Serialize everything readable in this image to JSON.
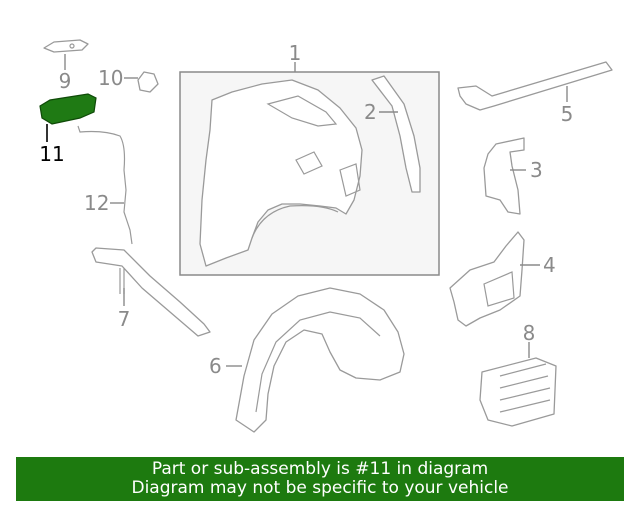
{
  "callouts": {
    "c1": "1",
    "c2": "2",
    "c3": "3",
    "c4": "4",
    "c5": "5",
    "c6": "6",
    "c7": "7",
    "c8": "8",
    "c9": "9",
    "c10": "10",
    "c11": "11",
    "c12": "12"
  },
  "highlighted_part": "11",
  "colors": {
    "highlight_part": "#1f7a14",
    "banner_background": "#1d7a0f",
    "banner_text": "#ffffff",
    "callout_gray": "#8a8a8a",
    "callout_active": "#000000"
  },
  "banner": {
    "line1": "Part or sub-assembly is #11 in diagram",
    "line2": "Diagram may not be specific to your vehicle"
  }
}
